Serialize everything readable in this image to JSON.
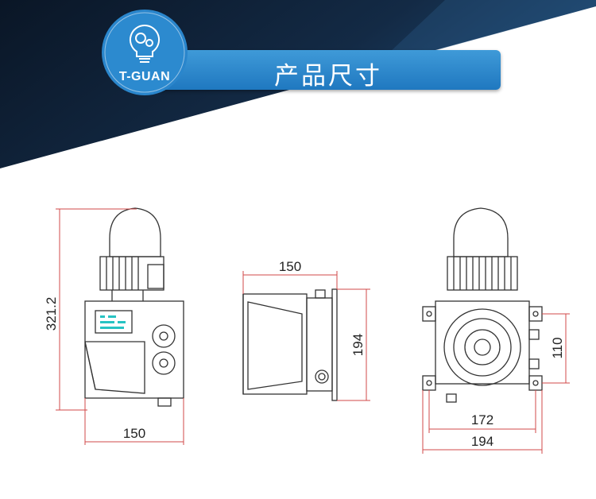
{
  "header": {
    "title": "产品尺寸",
    "brand": "T-GUAN"
  },
  "colors": {
    "banner_dark": "#0b1a2c",
    "banner_mid": "#1e3f63",
    "title_blue": "#2a86cc",
    "dimension_red": "#d24a4a",
    "line": "#333333",
    "accent_cyan": "#27c3c3"
  },
  "dimensions": {
    "side_height": "321.2",
    "side_width": "150",
    "front_depth": "150",
    "front_height": "194",
    "back_mount_vertical": "110",
    "back_mount_horizontal": "172",
    "back_width": "194"
  }
}
